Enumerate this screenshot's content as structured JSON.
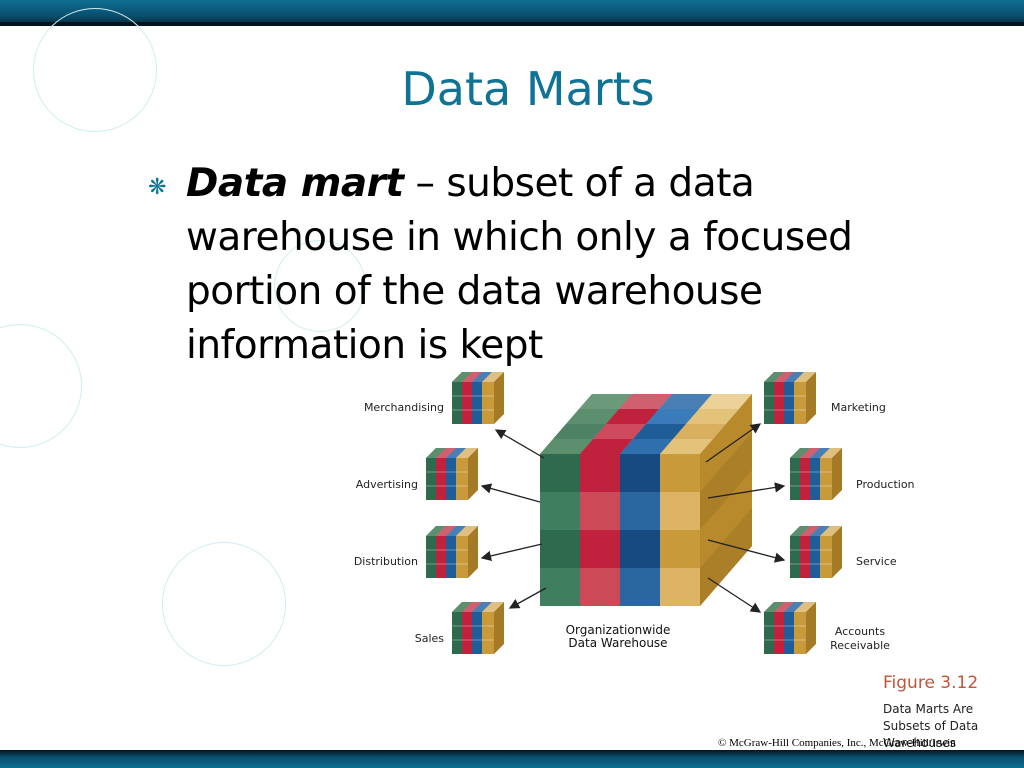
{
  "slide": {
    "title": "Data Marts",
    "bullet": {
      "term": "Data mart",
      "definition": " – subset of a data warehouse in which only a focused portion of the data warehouse information is kept"
    },
    "figure": {
      "number": "Figure 3.12",
      "caption": "Data Marts Are Subsets of Data Warehouses",
      "center_label_line1": "Organizationwide",
      "center_label_line2": "Data Warehouse",
      "left_marts": [
        "Merchandising",
        "Advertising",
        "Distribution",
        "Sales"
      ],
      "right_marts": [
        "Marketing",
        "Production",
        "Service"
      ],
      "right_mart_last_line1": "Accounts",
      "right_mart_last_line2": "Receivable"
    },
    "copyright": "© McGraw-Hill Companies, Inc., McGraw-Hill/Irwin"
  },
  "colors": {
    "title": "#0e7394",
    "band": "#0a4f6e",
    "cube_green": "#2e6b4e",
    "cube_red": "#c0213d",
    "cube_blue": "#1f5d98",
    "cube_gold": "#c89a3a"
  },
  "icons": {
    "bullet": "asterisk-bullet-icon"
  }
}
